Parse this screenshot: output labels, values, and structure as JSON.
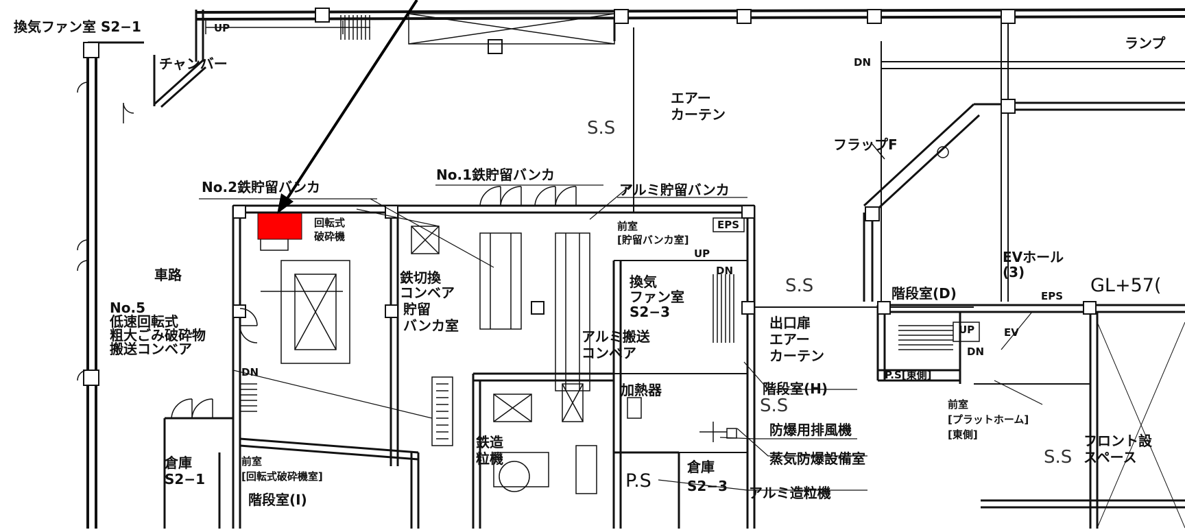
{
  "labels": {
    "fan_room_s2_1": "換気ファン室 S2−1",
    "up_top": "UP",
    "damper": "チャンバー",
    "ramp": "ランプ",
    "dn_top": "DN",
    "air_curtain_top": "エアー\nカーテン",
    "ss_top": "S.S",
    "flap_f": "フラップF",
    "no2_iron_bunker": "No.2鉄貯留バンカ",
    "no1_iron_bunker": "No.1鉄貯留バンカ",
    "alu_bunker": "アルミ貯留バンカ",
    "rotary_crusher": "回転式\n破砕機",
    "eps": "EPS",
    "anteroom_bunker": "前室\n[貯留バンカ室]",
    "roadway": "車路",
    "iron_conveyor": "鉄切換\nコンベア",
    "fan_room_s2_3": "換気\nファン室\nS2−3",
    "up_mid": "UP",
    "dn_mid": "DN",
    "ss_mid": "S.S",
    "ev_hall": "EVホール\n(3)",
    "gl": "GL+57(",
    "stair_d": "階段室(D)",
    "no5": "No.5\n低速回転式\n粗大ごみ破砕物\n搬送コンベア",
    "storage_bunker": "貯留\nバンカ室",
    "alu_conveyor": "アルミ搬送\nコンベア",
    "exit_door": "出口扉\nエアー\nカーテン",
    "up_right": "UP",
    "dn_right": "DN",
    "ev": "EV",
    "eps_right": "EPS",
    "ps_east": "P.S[東側]",
    "dn_left": "DN",
    "heater": "加熱器",
    "stair_h": "階段室(H)",
    "ss_lower": "S.S",
    "anteroom_platform": "前室\n[プラットホーム]\n[東側]",
    "explosion_fan": "防爆用排風機",
    "front_space": "フロント設\nスペース",
    "steam_room": "蒸気防爆設備室",
    "ss_right": "S.S",
    "warehouse_s2_1": "倉庫\nS2−1",
    "anteroom_rotary": "前室\n[回転式破砕機室]",
    "stair_i": "階段室(I)",
    "iron_granulator": "鉄造\n粒機",
    "ps_lower": "P.S",
    "warehouse_s2_3": "倉庫\nS2−3",
    "alu_granulator": "アルミ造粒機"
  },
  "marker": {
    "color": "#ff0000"
  },
  "colors": {
    "line": "#111111",
    "background": "#ffffff"
  }
}
